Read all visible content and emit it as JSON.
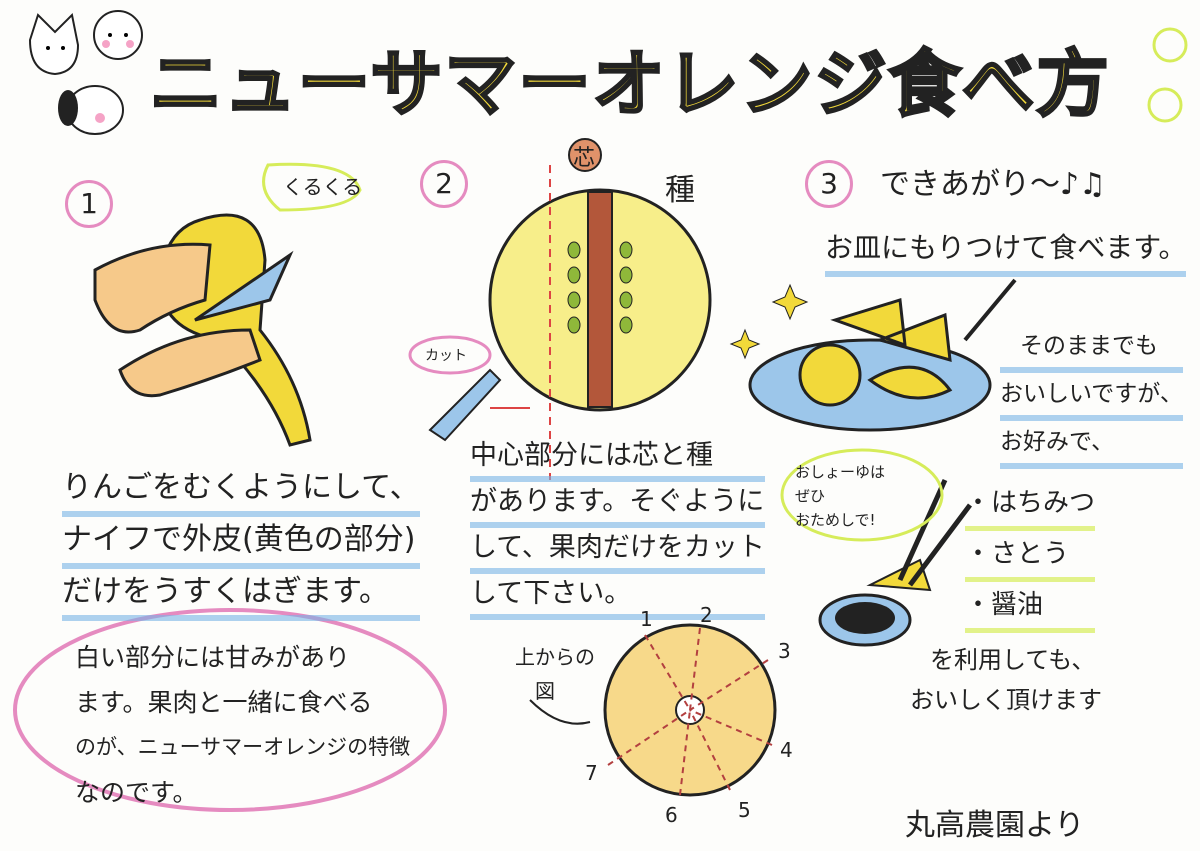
{
  "title": "ニューサマーオレンジ食べ方",
  "step1": {
    "number": "1",
    "sound": "くるくる",
    "lines": [
      "りんごをむくようにして、",
      "ナイフで外皮(黄色の部分)",
      "だけをうすくはぎます。"
    ],
    "note_lines": [
      "白い部分には甘みがあり",
      "ます。果肉と一緒に食べる",
      "のが、ニューサマーオレンジの特徴",
      "なのです。"
    ]
  },
  "step2": {
    "number": "2",
    "label_core": "芯",
    "label_seed": "種",
    "label_cut": "カット",
    "lines": [
      "中心部分には芯と種",
      "があります。そぐように",
      "して、果肉だけをカット",
      "して下さい。"
    ],
    "top_view_label": [
      "上からの",
      "図"
    ],
    "cut_numbers": [
      "1",
      "2",
      "3",
      "4",
      "5",
      "6",
      "7"
    ]
  },
  "step3": {
    "number": "3",
    "heading": "できあがり〜♪♫",
    "subheading": "お皿にもりつけて食べます。",
    "side_lines": [
      "そのままでも",
      "おいしいですが、",
      "お好みで、"
    ],
    "bubble_lines": [
      "おしょーゆは",
      "ぜひ",
      "おためしで!"
    ],
    "options": [
      "・はちみつ",
      "・さとう",
      "・醤油"
    ],
    "closing_lines": [
      "を利用しても、",
      "おいしく頂けます"
    ]
  },
  "signature": "丸高農園より",
  "colors": {
    "yellow": "#f2d93a",
    "orange": "#f4a340",
    "pink": "#e58bc0",
    "blue": "#7ab4e6",
    "lime": "#d6ec5a"
  }
}
